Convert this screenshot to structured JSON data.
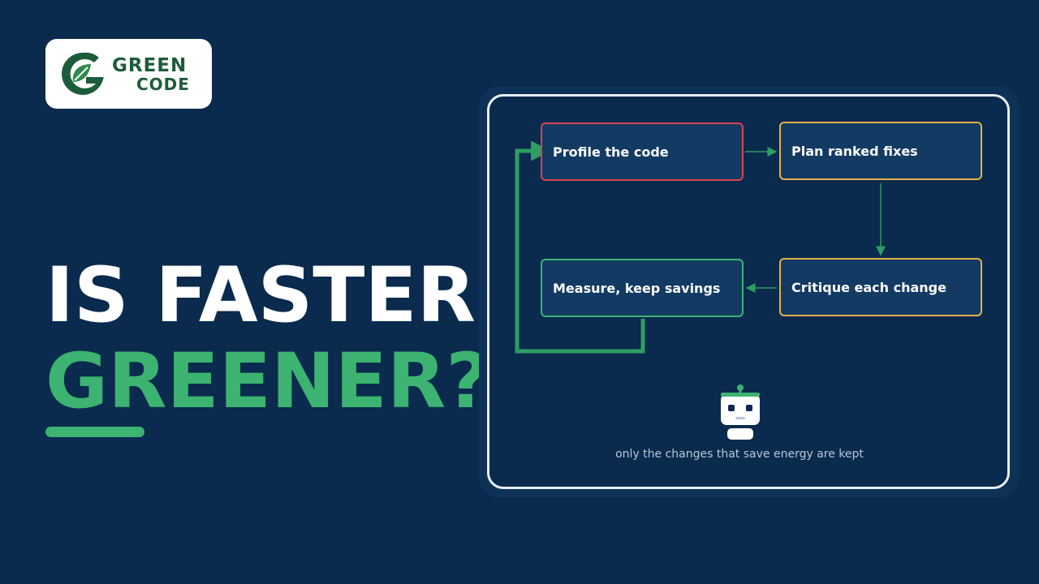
{
  "logo": {
    "line1": "GREEN",
    "line2": "CODE",
    "icon": "leaf-g-logo-icon"
  },
  "headline": {
    "line1": "IS FASTER",
    "line2": "GREENER?"
  },
  "diagram": {
    "nodes": [
      {
        "id": "profile",
        "label": "Profile the code"
      },
      {
        "id": "plan",
        "label": "Plan ranked fixes"
      },
      {
        "id": "critique",
        "label": "Critique each change"
      },
      {
        "id": "measure",
        "label": "Measure, keep savings"
      }
    ],
    "edges": [
      [
        "profile",
        "plan"
      ],
      [
        "plan",
        "critique"
      ],
      [
        "critique",
        "measure"
      ],
      [
        "measure",
        "profile"
      ]
    ],
    "caption": "only the changes that save energy are kept",
    "mascot_icon": "robot-icon"
  },
  "colors": {
    "background": "#0a2a4e",
    "green": "#3cb371",
    "profile_border": "#d9434f",
    "plan_border": "#e3b04b",
    "measure_border": "#3cb371"
  }
}
